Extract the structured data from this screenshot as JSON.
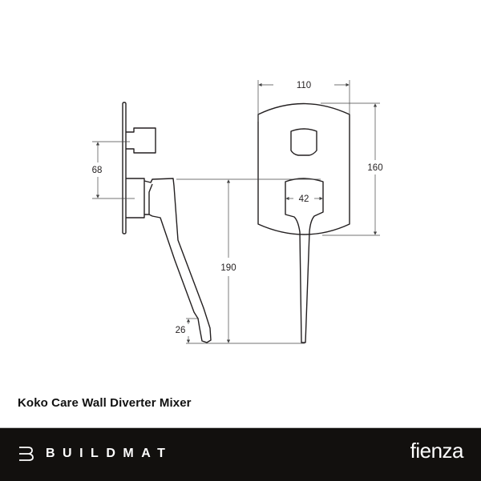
{
  "product": {
    "title": "Koko Care Wall Diverter Mixer"
  },
  "dimensions": {
    "plate_width": "110",
    "plate_height": "160",
    "lever_width": "42",
    "lever_height": "190",
    "outlet_spacing": "68",
    "lever_tip": "26"
  },
  "footer": {
    "buildmat_logo": "BUILDMAT",
    "fienza_logo": "fienza",
    "background_color": "#12100e"
  }
}
